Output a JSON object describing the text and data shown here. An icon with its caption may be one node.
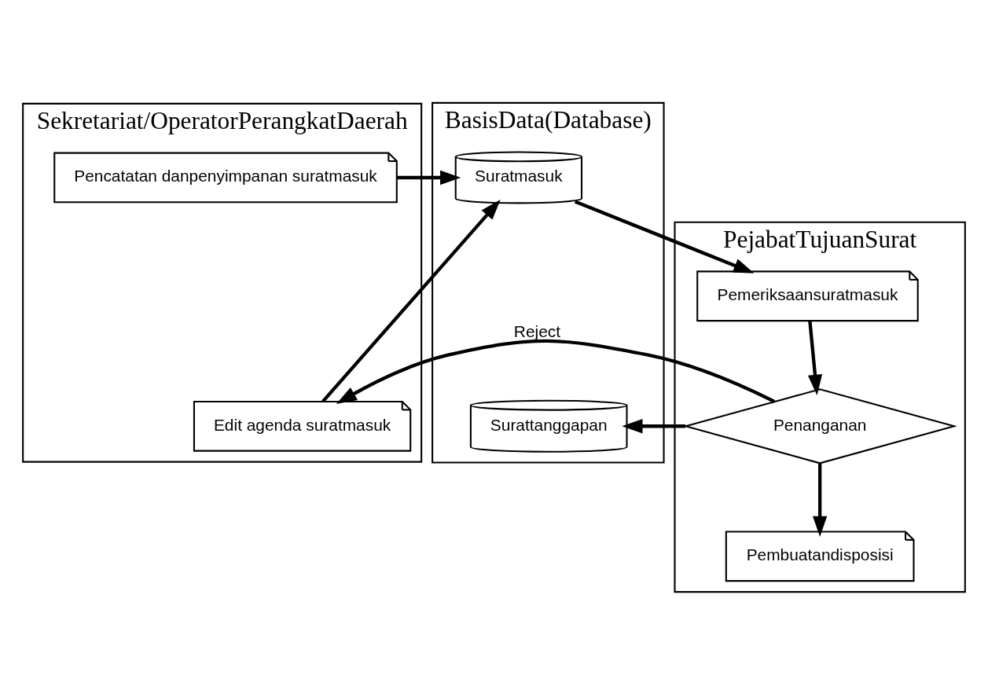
{
  "diagram": {
    "nodes": [
      {
        "text": [
          "Sekretariat/OperatorPerangkatDaerah"
        ]
      },
      {
        "text": [
          "PejabatTujuanSurat"
        ]
      },
      {
        "text": [
          "BasisData(Database)"
        ]
      },
      {
        "text": [
          "Pencatatan danpenyimpanan suratmasuk"
        ],
        "in": 0
      },
      {
        "text": [
          "Edit agenda suratmasuk"
        ],
        "in": 0
      },
      {
        "text": [
          "Pemeriksaansuratmasuk"
        ],
        "in": 1
      },
      {
        "text": [
          "Penanganan"
        ],
        "in": 1
      },
      {
        "text": [
          "Pembuatandisposisi"
        ],
        "in": 1
      },
      {
        "text": [
          "Suratmasuk"
        ],
        "in": 2
      },
      {
        "text": [
          "Surattanggapan"
        ],
        "in": 2
      }
    ],
    "edges": [
      {
        "from": 3,
        "to": 8,
        "arrow": "to"
      },
      {
        "from": 4,
        "to": 8,
        "arrow": "to"
      },
      {
        "from": 8,
        "to": 5,
        "arrow": "to"
      },
      {
        "from": 5,
        "to": 6,
        "arrow": "to"
      },
      {
        "from": 6,
        "to": 4,
        "arrow": "to",
        "label": "Reject"
      },
      {
        "from": 6,
        "to": 9,
        "arrow": "to"
      },
      {
        "from": 6,
        "to": 7,
        "arrow": "to"
      }
    ]
  }
}
